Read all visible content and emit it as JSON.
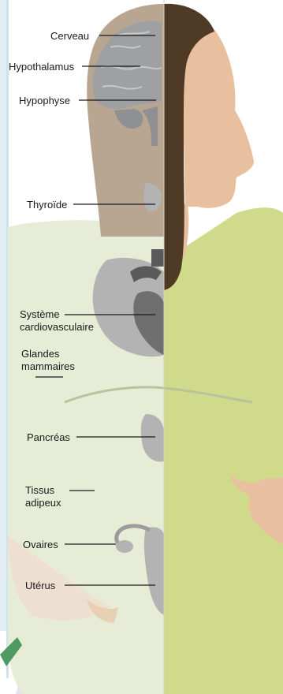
{
  "diagram": {
    "labels": {
      "cerveau": "Cerveau",
      "hypothalamus": "Hypothalamus",
      "hypophyse": "Hypophyse",
      "thyroide": "Thyroïde",
      "cardio_line1": "Système",
      "cardio_line2": "cardiovasculaire",
      "glandes_line1": "Glandes",
      "glandes_line2": "mammaires",
      "pancreas": "Pancréas",
      "tissus_line1": "Tissus",
      "tissus_line2": "adipeux",
      "ovaires": "Ovaires",
      "uterus": "Utérus"
    },
    "colors": {
      "background": "#ffffff",
      "body_light": "#e7ecd6",
      "body_green": "#cfdb8b",
      "skin": "#e8bf9f",
      "hair": "#4f3a26",
      "head_inner": "#b8a592",
      "organ": "#b3b3b3",
      "organ_dark": "#6f6f6f",
      "leader_line": "#1a1a1a",
      "left_panel_edge": "#cfe3ec",
      "bottom_purple": "#ece0f0",
      "green_accent": "#4f9a62"
    }
  }
}
